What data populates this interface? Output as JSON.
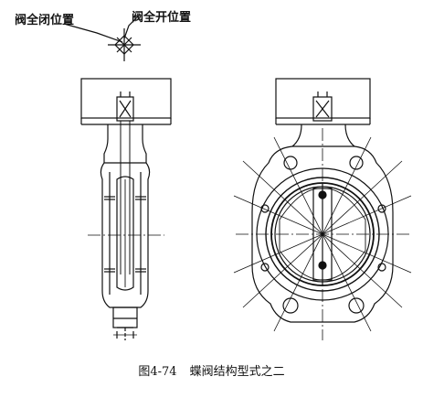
{
  "labels": {
    "closed_position": "阀全闭位置",
    "open_position": "阀全开位置"
  },
  "caption": {
    "number": "图4-74",
    "title": "蝶阀结构型式之二"
  },
  "colors": {
    "ink": "#111111",
    "paper": "#ffffff"
  }
}
